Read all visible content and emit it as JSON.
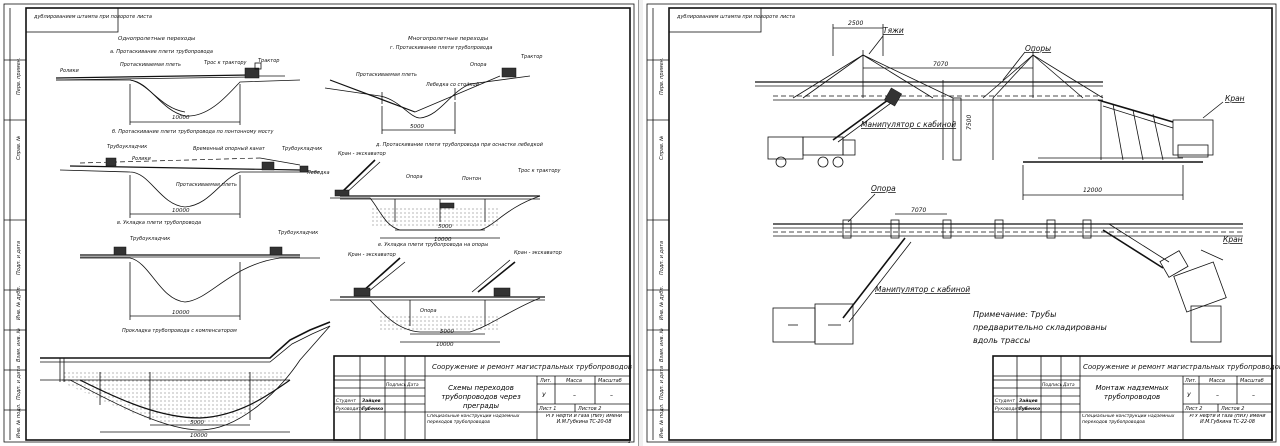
{
  "sheet1": {
    "stamp_top": "дублированием штампа при повороте листа",
    "left_strip": [
      "Инв. № подл.",
      "Подп. и дата",
      "Взам. инв. №",
      "Инв. № дубл.",
      "Подп. и дата",
      "Справ. №",
      "Перв. примен."
    ],
    "scheme_a": {
      "header": "Однопролетные переходы",
      "title": "а. Протаскивание плети трубопровода",
      "labels": [
        "Ролики",
        "Протаскиваемая плеть",
        "Трос к трактору",
        "Трактор"
      ],
      "dim": "10000"
    },
    "scheme_b": {
      "title": "б. Протаскивание плети трубопровода по понтонному мосту",
      "labels": [
        "Трубоукладчик",
        "Ролики",
        "Временный опорный канат",
        "Трубоукладчик",
        "Лебедка",
        "Протаскиваемая плеть"
      ],
      "dim": "10000"
    },
    "scheme_v": {
      "title": "в. Укладка плети трубопровода",
      "labels": [
        "Трубоукладчик",
        "Трубоукладчик"
      ],
      "dim": "10000"
    },
    "scheme_g": {
      "header": "Многопролетные переходы",
      "title": "г. Протаскивание плети трубопровода",
      "labels": [
        "Протаскиваемая плеть",
        "Лебедка со стойкой",
        "Опора",
        "Трактор"
      ],
      "dim": "5000"
    },
    "scheme_d": {
      "title": "д. Протаскивание плети трубопровода при оснастке лебедкой",
      "labels": [
        "Кран - экскаватор",
        "Опора",
        "Понтон",
        "Трос к трактору"
      ],
      "dims": [
        "5000",
        "10000"
      ]
    },
    "scheme_e": {
      "title": "е. Укладка плети трубопровода на опоры",
      "labels": [
        "Кран - экскаватор",
        "Кран - экскаватор",
        "Опора"
      ],
      "dims": [
        "5000",
        "10000"
      ]
    },
    "scheme_zh": {
      "title": "Прокладка трубопровода с компенсатором",
      "dims": [
        "5000",
        "10000"
      ]
    },
    "title_block": {
      "main_title": "Сооружение и ремонт магистральных трубопроводов",
      "drawing_title": "Схемы переходов трубопроводов через преграды",
      "col_heads": [
        "Подпись",
        "Дата"
      ],
      "rows": [
        {
          "role": "Студент",
          "name": "Зайцев"
        },
        {
          "role": "Руководитель",
          "name": "Губенко"
        }
      ],
      "lit_heads": [
        "Лит.",
        "Масса",
        "Масштаб"
      ],
      "lit": "У",
      "mass": "–",
      "scale": "–",
      "sheet": "Лист 1",
      "sheets": "Листов 2",
      "subtitle": "Специальные конструкции надземных переходов трубопроводов",
      "org": "РГУ нефти и газа (НИУ) имени И.М.Губкина ТС-20-08"
    },
    "page_no": "1"
  },
  "sheet2": {
    "stamp_top": "дублированием штампа при повороте листа",
    "left_strip": [
      "Инв. № подл.",
      "Подп. и дата",
      "Взам. инв. №",
      "Инв. № дубл.",
      "Подп. и дата",
      "Справ. №",
      "Перв. примен."
    ],
    "top_view": {
      "labels": [
        "Тяжи",
        "Опоры",
        "Кран",
        "Манипулятор с кабиной"
      ],
      "dims": [
        "2500",
        "7070",
        "7500",
        "12000"
      ]
    },
    "plan_view": {
      "labels": [
        "Опора",
        "Кран",
        "Манипулятор с кабиной"
      ],
      "dims": [
        "7070"
      ]
    },
    "note": [
      "Примечание: Трубы",
      "предварительно складированы",
      "вдоль трассы"
    ],
    "title_block": {
      "main_title": "Сооружение и ремонт магистральных трубопроводов",
      "drawing_title": "Монтаж надземных трубопроводов",
      "col_heads": [
        "Подпись",
        "Дата"
      ],
      "rows": [
        {
          "role": "Студент",
          "name": "Зайцев"
        },
        {
          "role": "Руководитель",
          "name": "Губенко"
        }
      ],
      "lit_heads": [
        "Лит.",
        "Масса",
        "Масштаб"
      ],
      "lit": "У",
      "mass": "–",
      "scale": "–",
      "sheet": "Лист 2",
      "sheets": "Листов 2",
      "subtitle": "Специальные конструкции надземных переходов трубопроводов",
      "org": "РГУ нефти и газа (НИУ) имени И.М.Губкина ТС-22-08"
    }
  }
}
